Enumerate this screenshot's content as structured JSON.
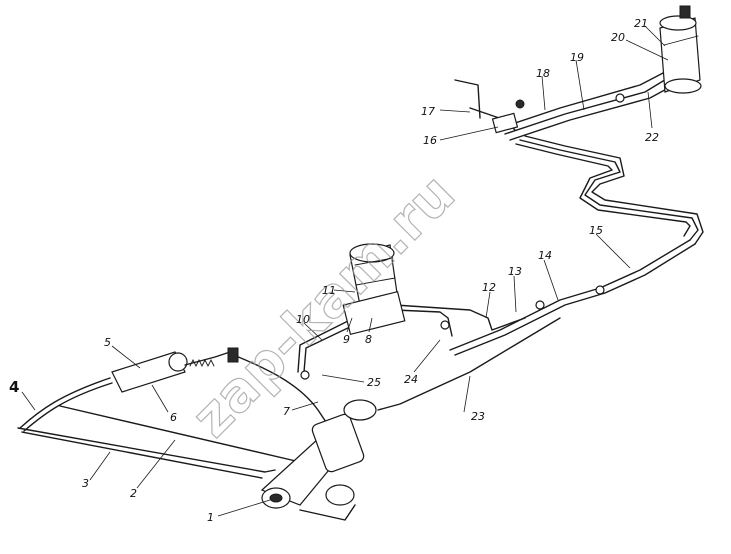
{
  "watermark": "zap-kam.ru",
  "callouts": [
    "1",
    "2",
    "3",
    "4",
    "5",
    "6",
    "7",
    "8",
    "9",
    "10",
    "11",
    "12",
    "13",
    "14",
    "15",
    "16",
    "17",
    "18",
    "19",
    "20",
    "21",
    "22",
    "23",
    "24",
    "25"
  ]
}
